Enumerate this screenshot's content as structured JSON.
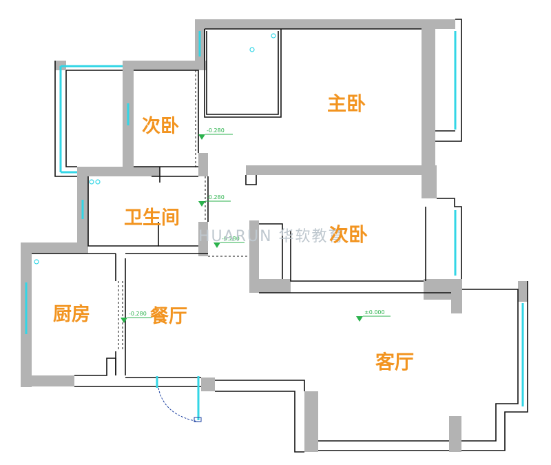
{
  "colors": {
    "wall": "#b3b3b3",
    "line": "#111111",
    "window": "#33d6e6",
    "label": "#f29420",
    "marker": "#2bb24c",
    "door": "#1a3fa0"
  },
  "rooms": {
    "bedroom_left": "次卧",
    "master_bedroom": "主卧",
    "bathroom": "卫生间",
    "bedroom_right": "次卧",
    "kitchen": "厨房",
    "dining_room": "餐厅",
    "living_room": "客厅"
  },
  "elevations": {
    "hall_top": "-0.280",
    "hall_mid": "-0.280",
    "hall_low": "-0.280",
    "dining": "-0.280",
    "living": "±0.000"
  },
  "watermark": "HUARUN 华软教育"
}
